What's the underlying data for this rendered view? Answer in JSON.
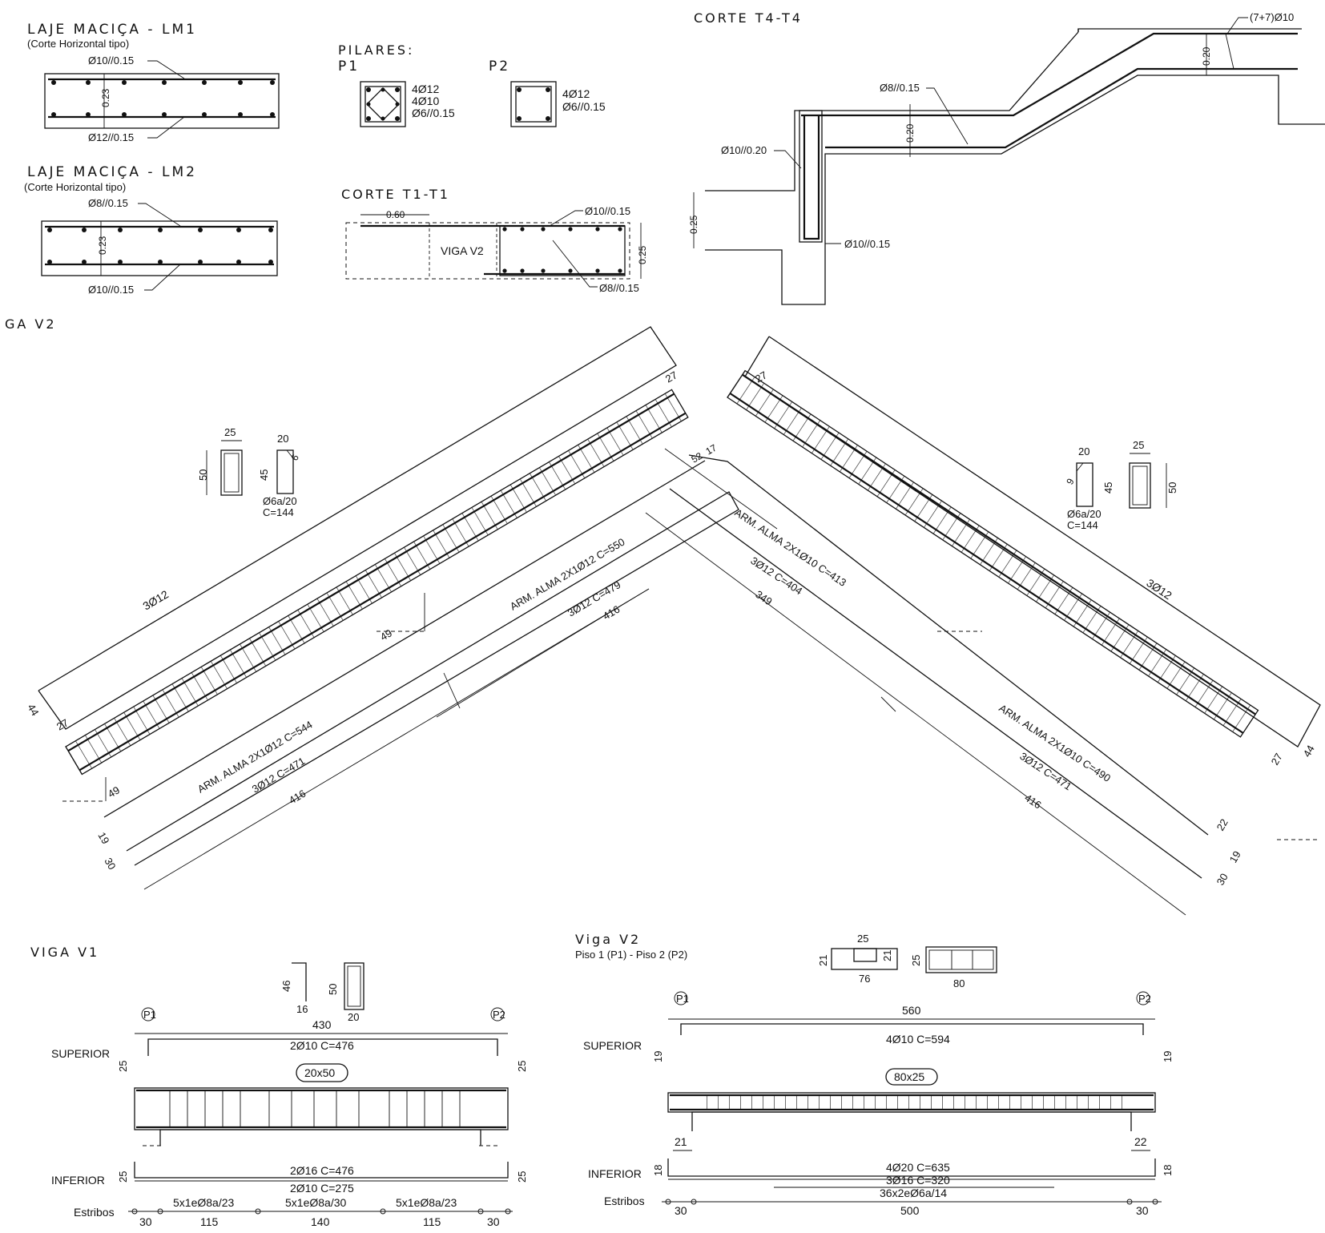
{
  "lm1": {
    "title": "LAJE MACIÇA - LM1",
    "subtitle": "(Corte Horizontal tipo)",
    "top_bar": "Ø10//0.15",
    "thickness": "0.23",
    "bottom_bar": "Ø12//0.15"
  },
  "lm2": {
    "title": "LAJE MACIÇA - LM2",
    "subtitle": "(Corte Horizontal tipo)",
    "top_bar": "Ø8//0.15",
    "thickness": "0.23",
    "bottom_bar": "Ø10//0.15"
  },
  "pilares": {
    "title": "PILARES:",
    "p1": {
      "label": "P1",
      "line1": "4Ø12",
      "line2": "4Ø10",
      "line3": "Ø6//0.15"
    },
    "p2": {
      "label": "P2",
      "line1": "4Ø12",
      "line2": "Ø6//0.15"
    }
  },
  "t1": {
    "title": "CORTE T1-T1",
    "dim": "0.60",
    "viga_label": "VIGA V2",
    "top_bar": "Ø10//0.15",
    "height": "0.25",
    "stirrup": "Ø8//0.15"
  },
  "t4": {
    "title": "CORTE T4-T4",
    "top_bars": "(7+7)Ø10",
    "thick_upper": "0.20",
    "mid_bar": "Ø8//0.15",
    "thick_mid": "0.20",
    "left_bar": "Ø10//0.20",
    "dim_left": "0.25",
    "bottom_bar": "Ø10//0.15"
  },
  "v2_main": {
    "title": "GA V2",
    "left_section": {
      "w": "25",
      "h": "50",
      "sw": "20",
      "sh": "45",
      "hook": "6",
      "st1": "Ø6a/20",
      "st2": "C=144"
    },
    "right_section": {
      "w": "25",
      "h": "50",
      "sw": "20",
      "sh": "45",
      "hook": "6",
      "st1": "Ø6a/20",
      "st2": "C=144"
    },
    "left": {
      "top": "3Ø12",
      "t27a": "27",
      "t27b": "27",
      "t44": "44",
      "n49a": "49",
      "n49b": "49",
      "alma_up": "ARM. ALMA 2X1Ø12 C=550",
      "bars_up": "3Ø12 C=479",
      "len_up": "416",
      "alma_lo": "ARM. ALMA 2X1Ø12 C=544",
      "bars_lo": "3Ø12 C=471",
      "len_lo": "416",
      "n19": "19",
      "n30": "30"
    },
    "right": {
      "top": "3Ø12",
      "t27a": "27",
      "t27b": "27",
      "t44": "44",
      "n17": "17",
      "n52": "52",
      "alma_up": "ARM. ALMA 2X1Ø10 C=413",
      "bars_up": "3Ø12 C=404",
      "len_up": "349",
      "alma_lo": "ARM. ALMA 2X1Ø10 C=490",
      "bars_lo": "3Ø12 C=471",
      "len_lo": "416",
      "n22": "22",
      "n19": "19",
      "n30": "30"
    }
  },
  "v1": {
    "title": "VIGA V1",
    "p1": "P1",
    "p2": "P2",
    "sec_h": "46",
    "sec_hook": "16",
    "sec_b": "50",
    "sec_w": "20",
    "span": "430",
    "sup_label": "SUPERIOR",
    "sup_bar": "2Ø10 C=476",
    "sup_dim": "25",
    "section": "20x50",
    "inf_label": "INFERIOR",
    "inf_bar1": "2Ø16 C=476",
    "inf_bar2": "2Ø10 C=275",
    "inf_dim": "25",
    "est_label": "Estribos",
    "est1": "5x1eØ8a/23",
    "est2": "5x1eØ8a/30",
    "est3": "5x1eØ8a/23",
    "d1": "30",
    "d2": "115",
    "d3": "140",
    "d4": "115",
    "d5": "30"
  },
  "v2b": {
    "title": "Viga V2",
    "subtitle": "Piso 1 (P1) - Piso 2 (P2)",
    "s_top": "25",
    "s_l": "21",
    "s_r": "21",
    "s_bot": "76",
    "sec_h": "25",
    "sec_w": "80",
    "p1": "P1",
    "p2": "P2",
    "span": "560",
    "sup_label": "SUPERIOR",
    "sup_bar": "4Ø10 C=594",
    "sup_dim": "19",
    "section": "80x25",
    "d21": "21",
    "d22": "22",
    "inf_label": "INFERIOR",
    "inf_bar1": "4Ø20 C=635",
    "inf_bar2": "3Ø16 C=320",
    "inf_bar3": "36x2eØ6a/14",
    "inf_dim": "18",
    "est_label": "Estribos",
    "d1": "30",
    "d2": "500",
    "d3": "30"
  }
}
